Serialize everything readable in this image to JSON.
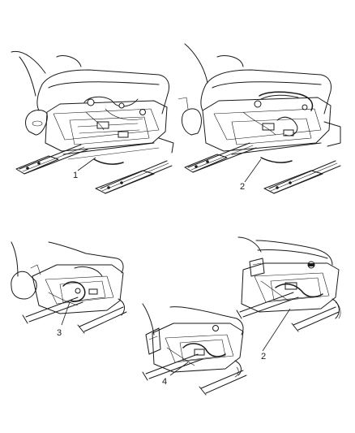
{
  "callouts": {
    "c1": "1",
    "c2": "2",
    "c3": "3",
    "c4": "4",
    "c5": "2"
  }
}
